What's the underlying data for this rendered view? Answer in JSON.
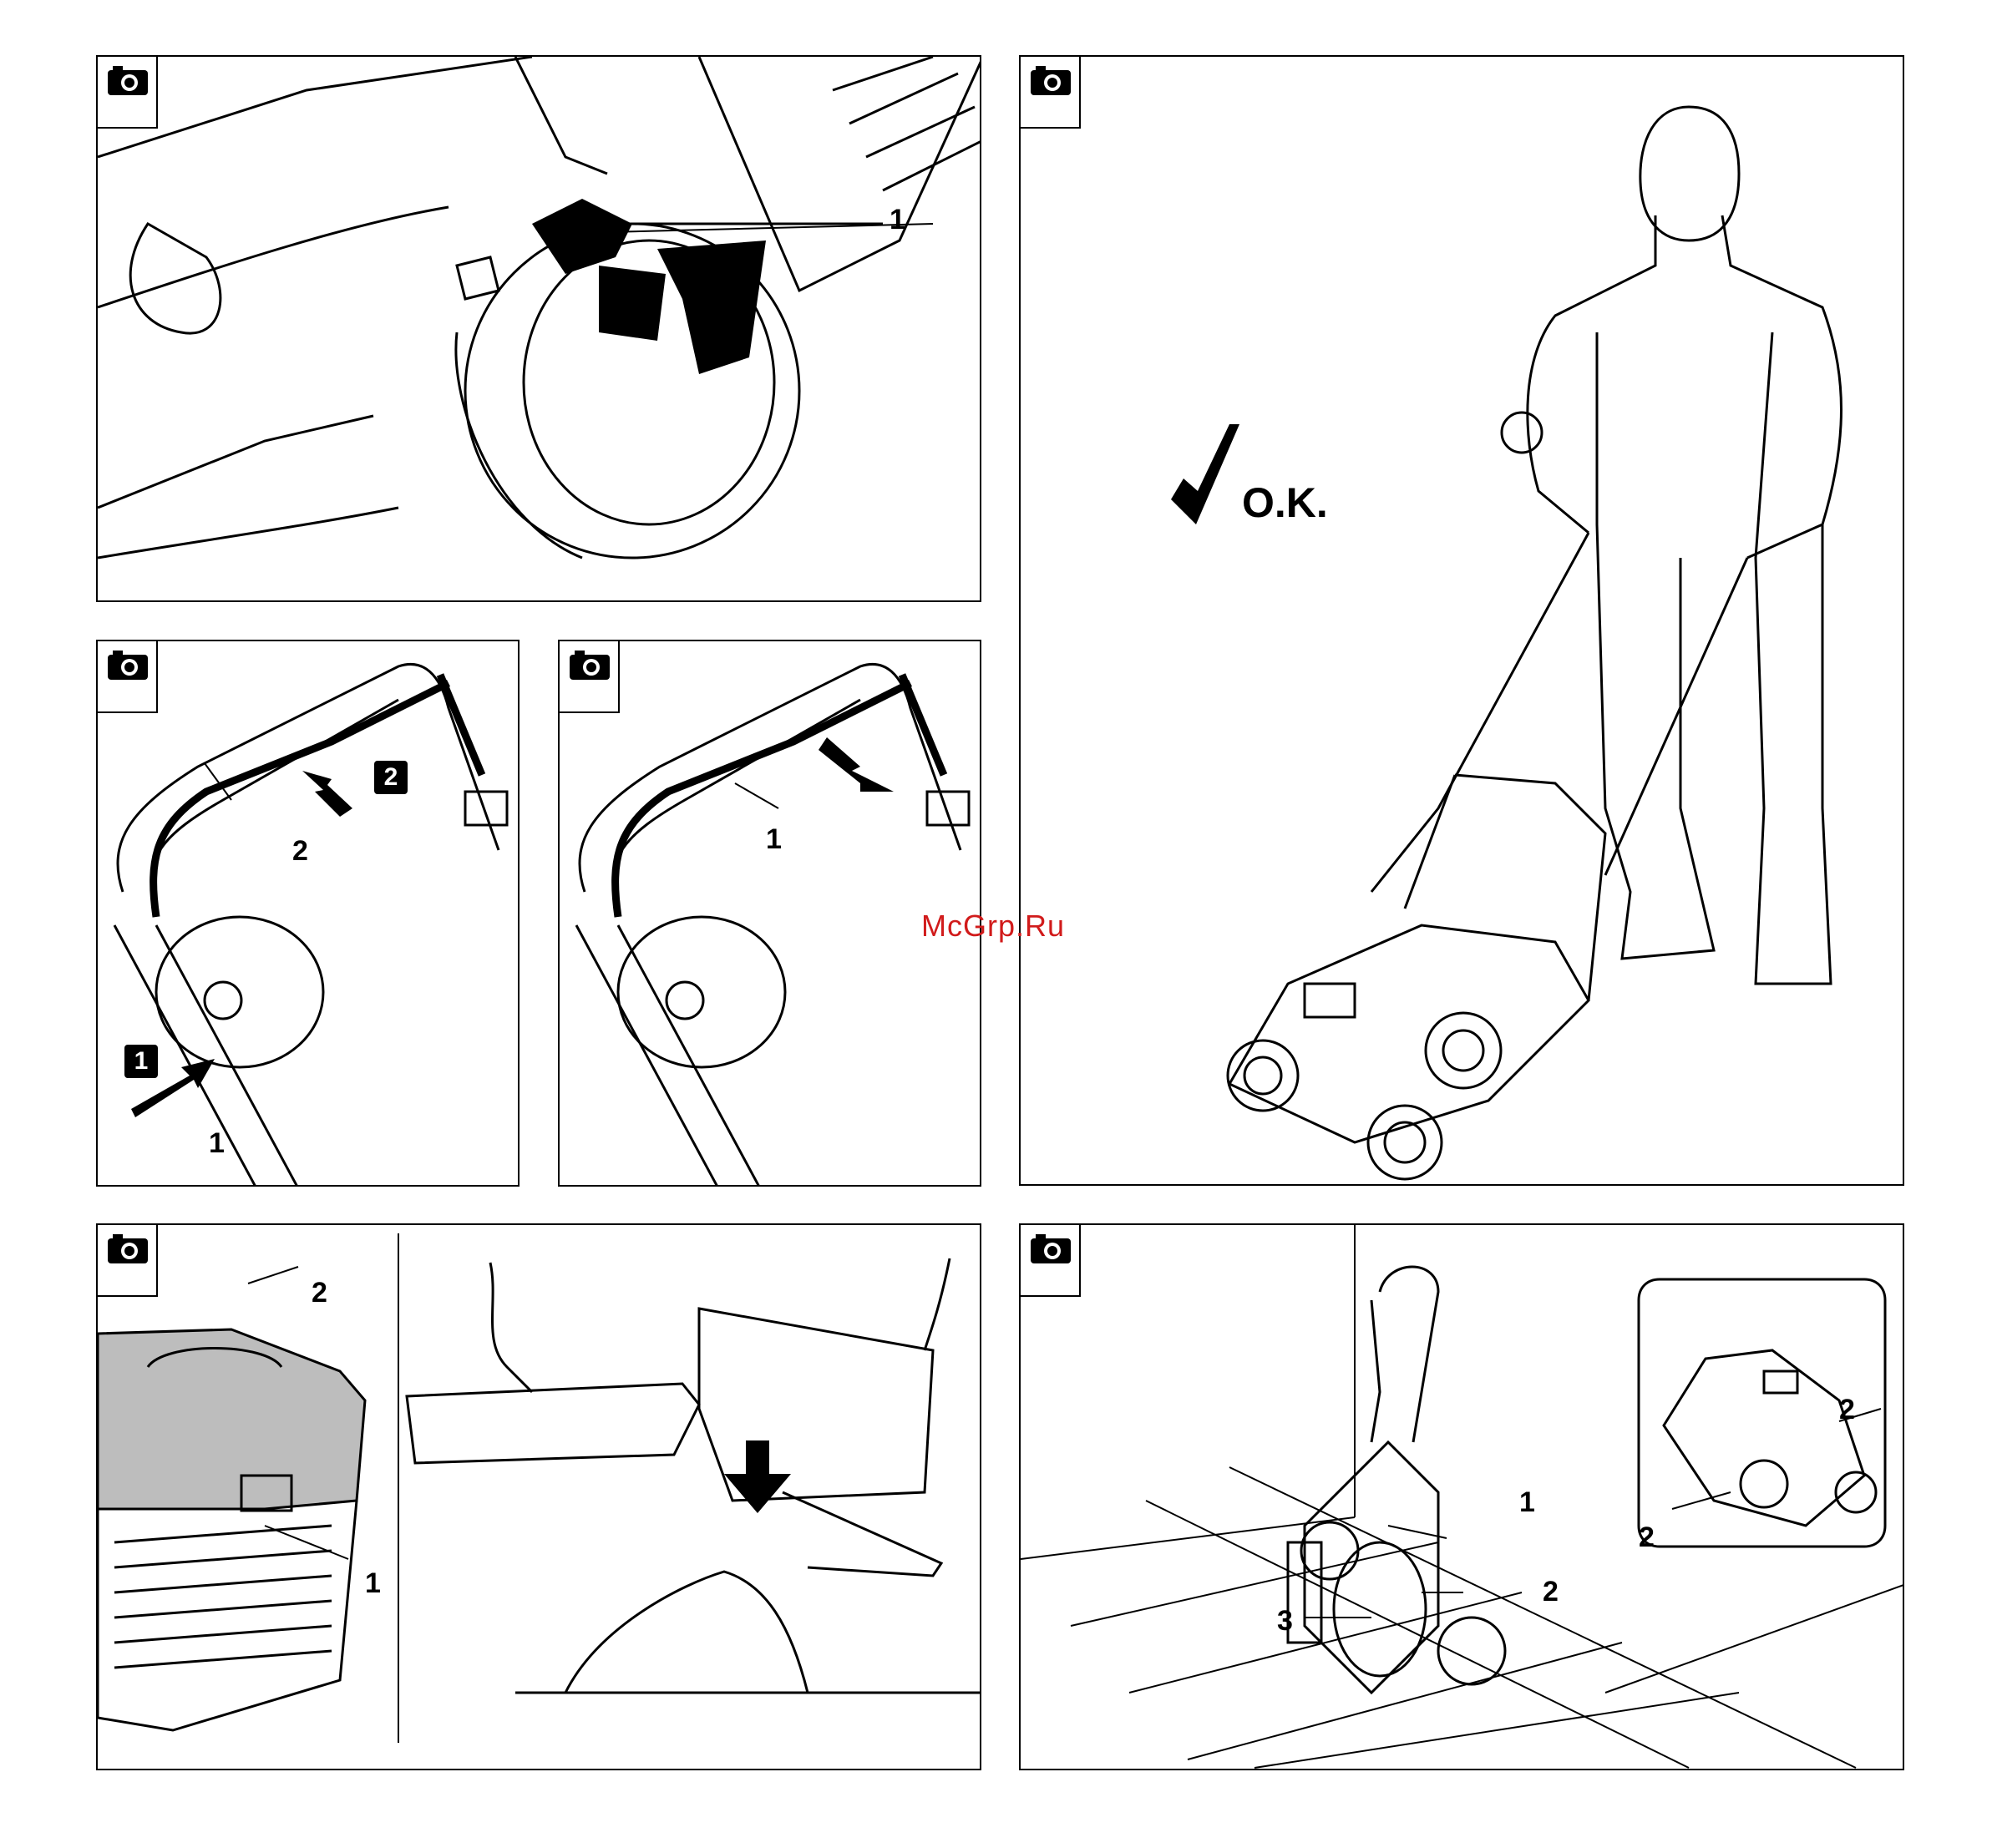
{
  "watermark": "McGrp.Ru",
  "icons": {
    "camera": "camera-icon"
  },
  "panel_wheel": {
    "callouts": [
      "1"
    ]
  },
  "panel_person": {
    "ok_text": "O.K."
  },
  "panel_cable_a": {
    "callouts": [
      "2",
      "1"
    ],
    "steps": [
      "2",
      "1"
    ]
  },
  "panel_cable_b": {
    "callouts": [
      "1"
    ]
  },
  "panel_grassbox": {
    "callouts": [
      "2",
      "1"
    ]
  },
  "panel_storage": {
    "callouts": [
      "1",
      "2",
      "3",
      "2",
      "2"
    ]
  }
}
